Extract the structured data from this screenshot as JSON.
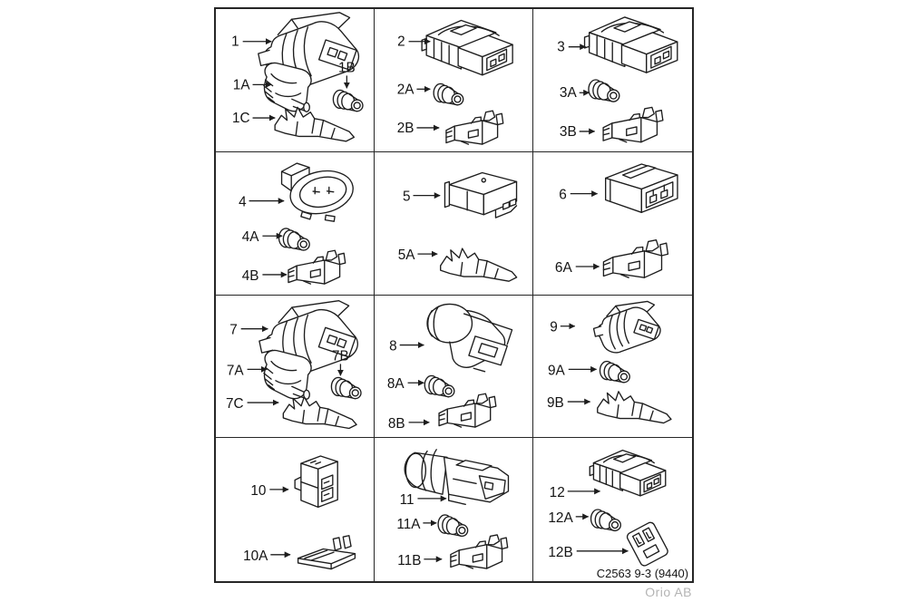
{
  "footer": {
    "code": "C2563 9-3 (9440)",
    "brand": "Orio AB"
  },
  "cells": [
    {
      "labels": [
        "1",
        "1A",
        "1B",
        "1C"
      ]
    },
    {
      "labels": [
        "2",
        "2A",
        "2B"
      ]
    },
    {
      "labels": [
        "3",
        "3A",
        "3B"
      ]
    },
    {
      "labels": [
        "4",
        "4A",
        "4B"
      ]
    },
    {
      "labels": [
        "5",
        "5A"
      ]
    },
    {
      "labels": [
        "6",
        "6A"
      ]
    },
    {
      "labels": [
        "7",
        "7A",
        "7B",
        "7C"
      ]
    },
    {
      "labels": [
        "8",
        "8A",
        "8B"
      ]
    },
    {
      "labels": [
        "9",
        "9A",
        "9B"
      ]
    },
    {
      "labels": [
        "10",
        "10A"
      ]
    },
    {
      "labels": [
        "11",
        "11A",
        "11B"
      ]
    },
    {
      "labels": [
        "12",
        "12A",
        "12B"
      ]
    }
  ]
}
